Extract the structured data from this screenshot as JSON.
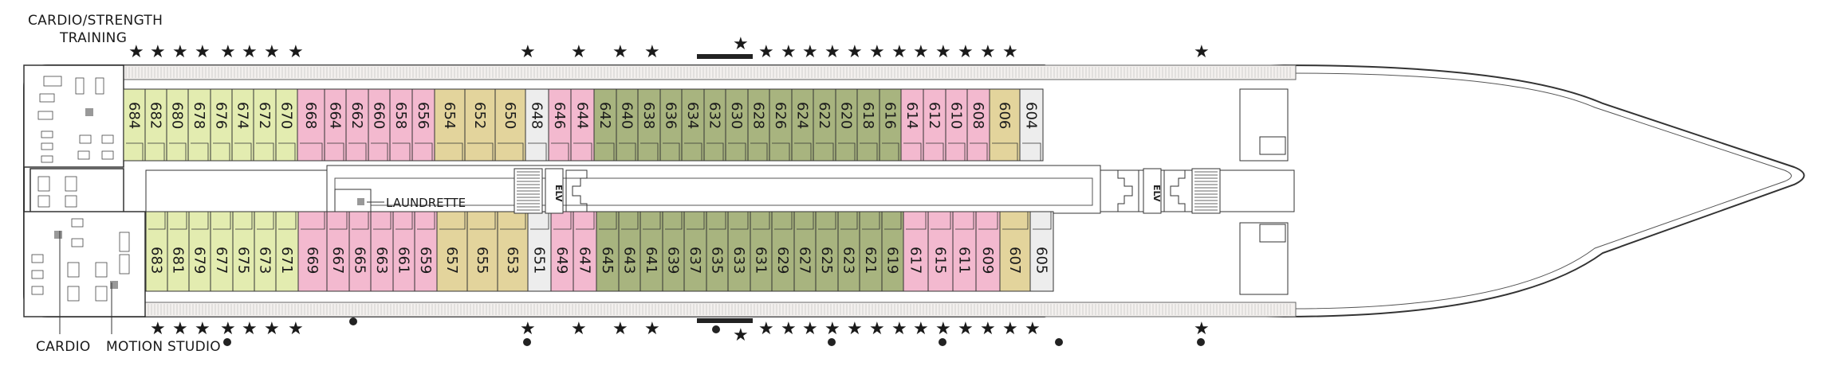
{
  "labels": {
    "cardio_strength": "CARDIO/STRENGTH",
    "training": "TRAINING",
    "cardio": "CARDIO",
    "motion_studio": "MOTION STUDIO",
    "laundrette": "LAUNDRETTE",
    "elv": "ELV"
  },
  "colors": {
    "green_light": "#e3ecb0",
    "pink": "#f3b9cf",
    "tan": "#e3d49c",
    "olive": "#a8b47f",
    "gray": "#ededed",
    "outline": "#333333"
  },
  "legend_note": "",
  "cabins_top": [
    {
      "num": "684",
      "cat": "green_light"
    },
    {
      "num": "682",
      "cat": "green_light"
    },
    {
      "num": "680",
      "cat": "green_light"
    },
    {
      "num": "678",
      "cat": "green_light"
    },
    {
      "num": "676",
      "cat": "green_light"
    },
    {
      "num": "674",
      "cat": "green_light"
    },
    {
      "num": "672",
      "cat": "green_light"
    },
    {
      "num": "670",
      "cat": "green_light"
    },
    {
      "num": "668",
      "cat": "pink"
    },
    {
      "num": "664",
      "cat": "pink"
    },
    {
      "num": "662",
      "cat": "pink"
    },
    {
      "num": "660",
      "cat": "pink"
    },
    {
      "num": "658",
      "cat": "pink"
    },
    {
      "num": "656",
      "cat": "pink"
    },
    {
      "num": "654",
      "cat": "tan"
    },
    {
      "num": "652",
      "cat": "tan"
    },
    {
      "num": "650",
      "cat": "tan"
    },
    {
      "num": "648",
      "cat": "gray"
    },
    {
      "num": "646",
      "cat": "pink"
    },
    {
      "num": "644",
      "cat": "pink"
    },
    {
      "num": "642",
      "cat": "olive"
    },
    {
      "num": "640",
      "cat": "olive"
    },
    {
      "num": "638",
      "cat": "olive"
    },
    {
      "num": "636",
      "cat": "olive"
    },
    {
      "num": "634",
      "cat": "olive"
    },
    {
      "num": "632",
      "cat": "olive"
    },
    {
      "num": "630",
      "cat": "olive"
    },
    {
      "num": "628",
      "cat": "olive"
    },
    {
      "num": "626",
      "cat": "olive"
    },
    {
      "num": "624",
      "cat": "olive"
    },
    {
      "num": "622",
      "cat": "olive"
    },
    {
      "num": "620",
      "cat": "olive"
    },
    {
      "num": "618",
      "cat": "olive"
    },
    {
      "num": "616",
      "cat": "olive"
    },
    {
      "num": "614",
      "cat": "pink"
    },
    {
      "num": "612",
      "cat": "pink"
    },
    {
      "num": "610",
      "cat": "pink"
    },
    {
      "num": "608",
      "cat": "pink"
    },
    {
      "num": "606",
      "cat": "tan"
    },
    {
      "num": "604",
      "cat": "gray"
    }
  ],
  "cabins_bottom": [
    {
      "num": "683",
      "cat": "green_light"
    },
    {
      "num": "681",
      "cat": "green_light"
    },
    {
      "num": "679",
      "cat": "green_light"
    },
    {
      "num": "677",
      "cat": "green_light"
    },
    {
      "num": "675",
      "cat": "green_light"
    },
    {
      "num": "673",
      "cat": "green_light"
    },
    {
      "num": "671",
      "cat": "green_light"
    },
    {
      "num": "669",
      "cat": "pink"
    },
    {
      "num": "667",
      "cat": "pink"
    },
    {
      "num": "665",
      "cat": "pink"
    },
    {
      "num": "663",
      "cat": "pink"
    },
    {
      "num": "661",
      "cat": "pink"
    },
    {
      "num": "659",
      "cat": "pink"
    },
    {
      "num": "657",
      "cat": "tan"
    },
    {
      "num": "655",
      "cat": "tan"
    },
    {
      "num": "653",
      "cat": "tan"
    },
    {
      "num": "651",
      "cat": "gray"
    },
    {
      "num": "649",
      "cat": "pink"
    },
    {
      "num": "647",
      "cat": "pink"
    },
    {
      "num": "645",
      "cat": "olive"
    },
    {
      "num": "643",
      "cat": "olive"
    },
    {
      "num": "641",
      "cat": "olive"
    },
    {
      "num": "639",
      "cat": "olive"
    },
    {
      "num": "637",
      "cat": "olive"
    },
    {
      "num": "635",
      "cat": "olive"
    },
    {
      "num": "633",
      "cat": "olive"
    },
    {
      "num": "631",
      "cat": "olive"
    },
    {
      "num": "629",
      "cat": "olive"
    },
    {
      "num": "627",
      "cat": "olive"
    },
    {
      "num": "625",
      "cat": "olive"
    },
    {
      "num": "623",
      "cat": "olive"
    },
    {
      "num": "621",
      "cat": "olive"
    },
    {
      "num": "619",
      "cat": "olive"
    },
    {
      "num": "617",
      "cat": "pink"
    },
    {
      "num": "615",
      "cat": "pink"
    },
    {
      "num": "611",
      "cat": "pink"
    },
    {
      "num": "609",
      "cat": "pink"
    },
    {
      "num": "607",
      "cat": "tan"
    },
    {
      "num": "605",
      "cat": "gray"
    }
  ],
  "icons": {
    "star": "star-icon",
    "dot": "dot-icon",
    "elevator": "elevator-icon",
    "stairs": "stairs-icon",
    "gym_equipment": "gym-equipment-icon",
    "laundry": "laundry-icon"
  }
}
